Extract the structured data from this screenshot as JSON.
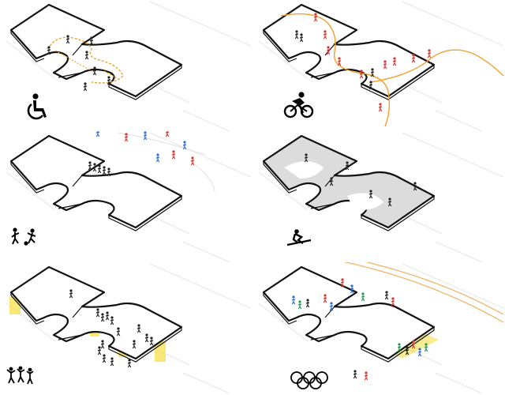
{
  "diagram": {
    "panels": [
      {
        "id": "accessibility",
        "icon": "wheelchair-icon",
        "route_color": "#e8a23a",
        "figure_color": "#222222",
        "fill": "#ffffff"
      },
      {
        "id": "cycling",
        "icon": "cyclist-icon",
        "route_color": "#f0a030",
        "figure_color": "#e0302a",
        "fill": "#ffffff"
      },
      {
        "id": "football",
        "icon": "football-players-icon",
        "team_a_color": "#e0302a",
        "team_b_color": "#2a6fd6",
        "fill": "#ffffff"
      },
      {
        "id": "skiing",
        "icon": "skier-icon",
        "fill": "#dcdcdc",
        "figure_color": "#222222"
      },
      {
        "id": "events",
        "icon": "dancers-icon",
        "highlight_color": "#f4e04a",
        "figure_color": "#222222"
      },
      {
        "id": "olympics",
        "icon": "olympic-rings-icon",
        "highlight_color": "#f4e04a",
        "track_color": "#f0b060",
        "figure_colors": [
          "#e0302a",
          "#2a6fd6",
          "#1a9a4a",
          "#222222"
        ]
      }
    ]
  }
}
